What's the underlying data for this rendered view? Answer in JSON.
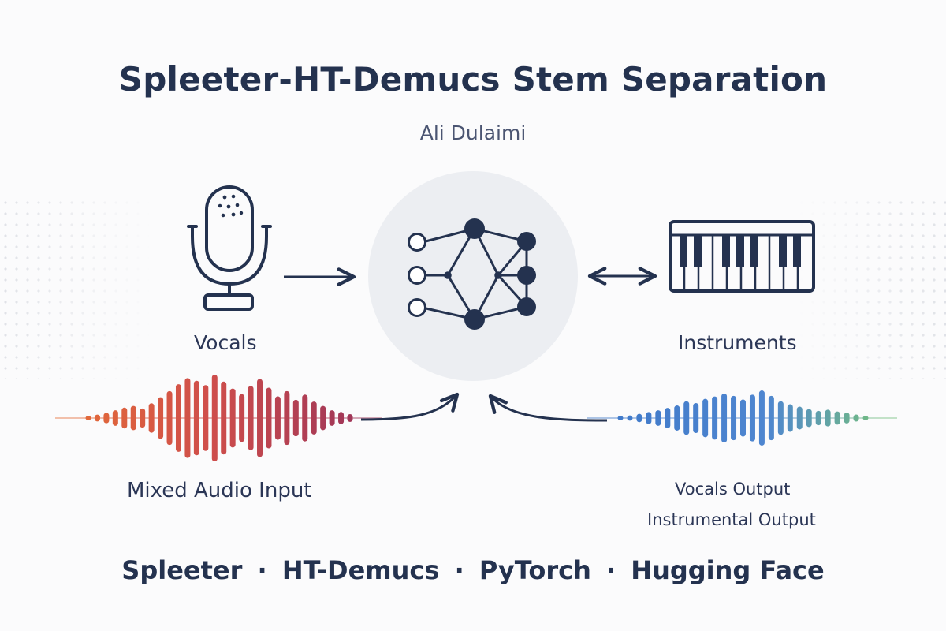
{
  "title": "Spleeter-HT-Demucs Stem Separation",
  "author": "Ali Dulaimi",
  "labels": {
    "vocals": "Vocals",
    "instruments": "Instruments",
    "mixed_input": "Mixed Audio Input",
    "vocals_output": "Vocals Output",
    "instrumental_output": "Instrumental Output"
  },
  "tech_stack": [
    "Spleeter",
    "HT-Demucs",
    "PyTorch",
    "Hugging Face"
  ],
  "separator": "·",
  "icons": {
    "vocals": "microphone-icon",
    "model": "neural-network-icon",
    "instruments": "piano-keyboard-icon"
  },
  "colors": {
    "primary": "#24324f",
    "input_wave_start": "#e66f36",
    "input_wave_end": "#9d3559",
    "output_wave_start": "#3f79c9",
    "output_wave_end": "#74bf7d",
    "model_circle": "#eceef2"
  },
  "waveforms": {
    "input_amplitudes": [
      0.05,
      0.08,
      0.12,
      0.18,
      0.24,
      0.28,
      0.22,
      0.34,
      0.48,
      0.62,
      0.78,
      0.92,
      0.86,
      0.76,
      1.0,
      0.84,
      0.68,
      0.55,
      0.74,
      0.9,
      0.7,
      0.5,
      0.62,
      0.42,
      0.54,
      0.38,
      0.28,
      0.18,
      0.14,
      0.09
    ],
    "output_amplitudes": [
      0.05,
      0.09,
      0.14,
      0.2,
      0.26,
      0.34,
      0.42,
      0.56,
      0.5,
      0.64,
      0.72,
      0.82,
      0.74,
      0.62,
      0.78,
      0.92,
      0.74,
      0.56,
      0.46,
      0.38,
      0.3,
      0.24,
      0.28,
      0.22,
      0.18,
      0.12,
      0.08
    ]
  }
}
